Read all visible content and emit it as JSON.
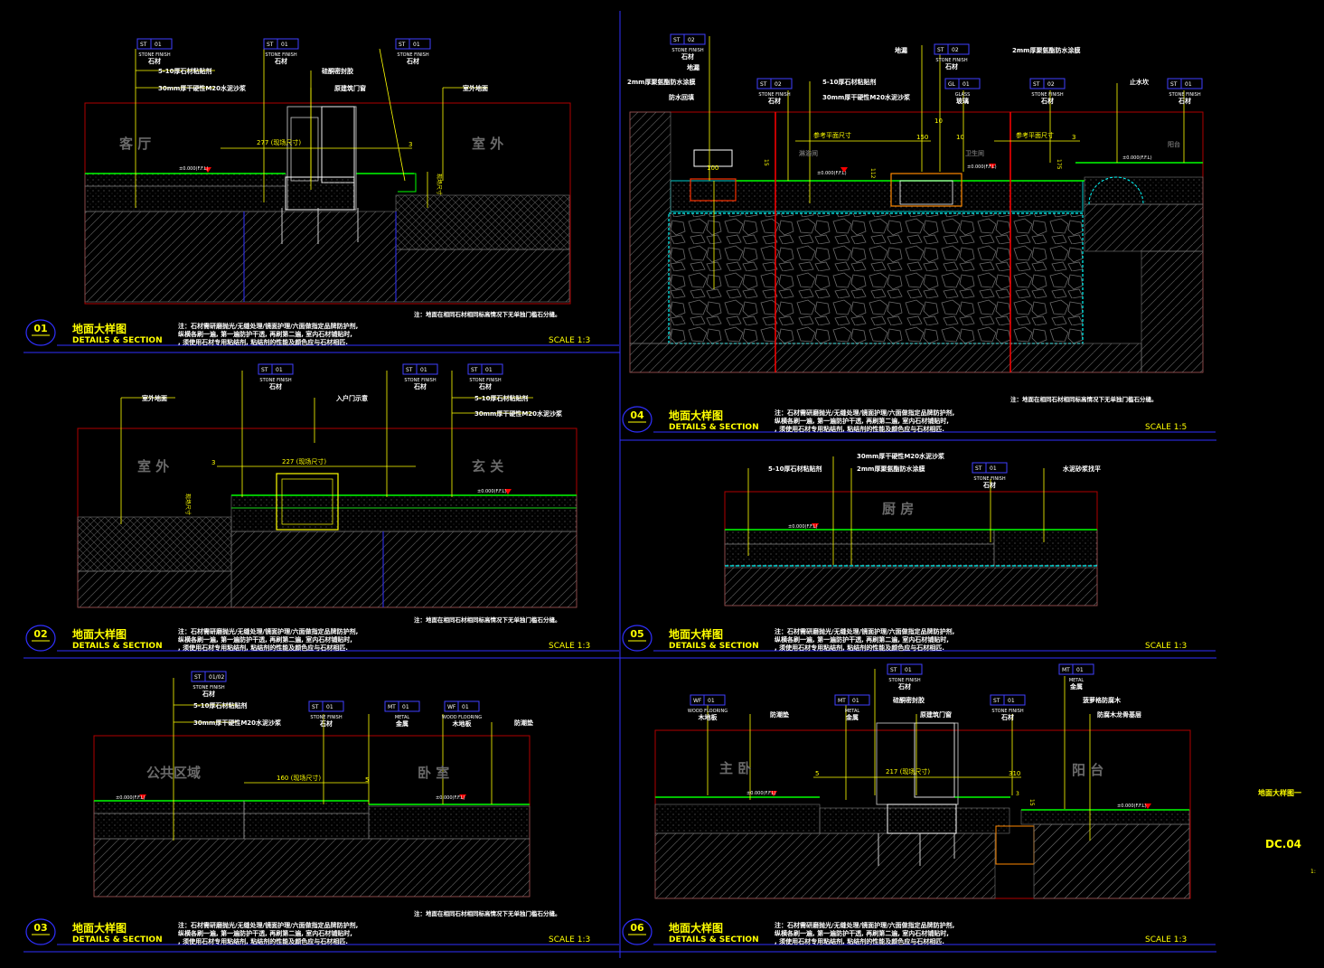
{
  "sheet": {
    "side_title": "地面大样图一",
    "sheet_number": "DC.04",
    "scale_note": "1:"
  },
  "details": [
    {
      "num": "01",
      "title_cn": "地面大样图",
      "title_en": "DETAILS & SECTION",
      "scale": "SCALE 1:3",
      "notes": [
        "注：石材需研磨抛光/无缝处理/镜面护理/六面做指定品牌防护剂,",
        "纵横各刷一遍, 第一遍防护干透, 再刷第二遍, 室内石材铺贴时,",
        ", 须使用石材专用粘结剂, 粘结剂的性能及颜色应与石材相匹."
      ],
      "footnote": "注：地面在相同石材相同标高情况下无单独门槛石分缝。",
      "rooms": [
        "客 厅",
        "室 外"
      ],
      "dim": "277 (现场尺寸)",
      "dim_small": "3",
      "side_dim": "现场尺寸",
      "level": "±0.000(F.F.L)",
      "tags": [
        {
          "code": "ST",
          "num": "01",
          "en": "STONE FINISH",
          "cn": "石材"
        },
        {
          "code": "ST",
          "num": "01",
          "en": "STONE FINISH",
          "cn": "石材"
        },
        {
          "code": "ST",
          "num": "01",
          "en": "STONE FINISH",
          "cn": "石材"
        }
      ],
      "labels": [
        "5-10厚石材粘贴剂",
        "30mm厚干硬性M20水泥沙浆",
        "硅酮密封胶",
        "原建筑门窗",
        "室外地面"
      ]
    },
    {
      "num": "02",
      "title_cn": "地面大样图",
      "title_en": "DETAILS & SECTION",
      "scale": "SCALE 1:3",
      "notes": [
        "注：石材需研磨抛光/无缝处理/镜面护理/六面做指定品牌防护剂,",
        "纵横各刷一遍, 第一遍防护干透, 再刷第二遍, 室内石材铺贴时,",
        ", 须使用石材专用粘结剂, 粘结剂的性能及颜色应与石材相匹."
      ],
      "footnote": "注：地面在相同石材相同标高情况下无单独门槛石分缝。",
      "rooms": [
        "室 外",
        "玄 关"
      ],
      "dim": "227 (现场尺寸)",
      "dim_small": "3",
      "side_dim": "现场尺寸",
      "level": "±0.000(F.F.L)",
      "tags": [
        {
          "code": "ST",
          "num": "01",
          "en": "STONE FINISH",
          "cn": "石材"
        },
        {
          "code": "ST",
          "num": "01",
          "en": "STONE FINISH",
          "cn": "石材"
        },
        {
          "code": "ST",
          "num": "01",
          "en": "STONE FINISH",
          "cn": "石材"
        }
      ],
      "labels": [
        "室外地面",
        "入户门示意",
        "5-10厚石材粘贴剂",
        "30mm厚干硬性M20水泥沙浆"
      ]
    },
    {
      "num": "03",
      "title_cn": "地面大样图",
      "title_en": "DETAILS & SECTION",
      "scale": "SCALE 1:3",
      "notes": [
        "注：石材需研磨抛光/无缝处理/镜面护理/六面做指定品牌防护剂,",
        "纵横各刷一遍, 第一遍防护干透, 再刷第二遍, 室内石材铺贴时,",
        ", 须使用石材专用粘结剂, 粘结剂的性能及颜色应与石材相匹."
      ],
      "footnote": "注：地面在相同石材相同标高情况下无单独门槛石分缝。",
      "rooms": [
        "公共区域",
        "卧 室"
      ],
      "dim": "160 (现场尺寸)",
      "dim_small": "5",
      "level": "±0.000(F.F.L)",
      "tags": [
        {
          "code": "ST",
          "num": "01/02",
          "en": "STONE FINISH",
          "cn": "石材"
        },
        {
          "code": "ST",
          "num": "01",
          "en": "STONE FINISH",
          "cn": "石材"
        },
        {
          "code": "MT",
          "num": "01",
          "en": "METAL",
          "cn": "金属"
        },
        {
          "code": "WF",
          "num": "01",
          "en": "WOOD FLOORING",
          "cn": "木地板"
        }
      ],
      "labels": [
        "5-10厚石材粘贴剂",
        "30mm厚干硬性M20水泥沙浆",
        "防潮垫"
      ]
    },
    {
      "num": "04",
      "title_cn": "地面大样图",
      "title_en": "DETAILS & SECTION",
      "scale": "SCALE 1:5",
      "notes": [
        "注：石材需研磨抛光/无缝处理/镜面护理/六面做指定品牌防护剂,",
        "纵横各刷一遍, 第一遍防护干透, 再刷第二遍, 室内石材铺贴时,",
        ", 须使用石材专用粘结剂, 粘结剂的性能及颜色应与石材相匹."
      ],
      "footnote": "注：地面在相同石材相同标高情况下无单独门槛石分缝。",
      "rooms": [
        "淋浴间",
        "卫生间",
        "阳台"
      ],
      "dims": [
        "参考平面尺寸",
        "150",
        "10",
        "参考平面尺寸",
        "3",
        "100",
        "10",
        "15",
        "112",
        "175"
      ],
      "level": "±0.000(F.F.L)",
      "tags": [
        {
          "code": "ST",
          "num": "02",
          "en": "STONE FINISH",
          "cn": "石材"
        },
        {
          "code": "ST",
          "num": "02",
          "en": "STONE FINISH",
          "cn": "石材"
        },
        {
          "code": "ST",
          "num": "02",
          "en": "STONE FINISH",
          "cn": "石材"
        },
        {
          "code": "GL",
          "num": "01",
          "en": "GLASS",
          "cn": "玻璃"
        },
        {
          "code": "ST",
          "num": "02",
          "en": "STONE FINISH",
          "cn": "石材"
        },
        {
          "code": "ST",
          "num": "01",
          "en": "STONE FINISH",
          "cn": "石材"
        }
      ],
      "labels": [
        "地漏",
        "2mm厚聚氨酯防水涂膜",
        "防水回填",
        "5-10厚石材粘贴剂",
        "30mm厚干硬性M20水泥沙浆",
        "地漏",
        "2mm厚聚氨酯防水涂膜",
        "止水坎"
      ]
    },
    {
      "num": "05",
      "title_cn": "地面大样图",
      "title_en": "DETAILS & SECTION",
      "scale": "SCALE 1:3",
      "notes": [
        "注：石材需研磨抛光/无缝处理/镜面护理/六面做指定品牌防护剂,",
        "纵横各刷一遍, 第一遍防护干透, 再刷第二遍, 室内石材铺贴时,",
        ", 须使用石材专用粘结剂, 粘结剂的性能及颜色应与石材相匹."
      ],
      "rooms": [
        "厨 房"
      ],
      "level": "±0.000(F.F.L)",
      "tags": [
        {
          "code": "ST",
          "num": "01",
          "en": "STONE FINISH",
          "cn": "石材"
        }
      ],
      "labels": [
        "30mm厚干硬性M20水泥沙浆",
        "5-10厚石材粘贴剂",
        "2mm厚聚氨酯防水涂膜",
        "水泥砂浆找平"
      ]
    },
    {
      "num": "06",
      "title_cn": "地面大样图",
      "title_en": "DETAILS & SECTION",
      "scale": "SCALE 1:3",
      "notes": [
        "注：石材需研磨抛光/无缝处理/镜面护理/六面做指定品牌防护剂,",
        "纵横各刷一遍, 第一遍防护干透, 再刷第二遍, 室内石材铺贴时,",
        ", 须使用石材专用粘结剂, 粘结剂的性能及颜色应与石材相匹."
      ],
      "rooms": [
        "主 卧",
        "阳 台"
      ],
      "dim": "217 (现场尺寸)",
      "dims": [
        "5",
        "310",
        "3",
        "15"
      ],
      "level": "±0.000(F.F.L)",
      "tags": [
        {
          "code": "WF",
          "num": "01",
          "en": "WOOD FLOORING",
          "cn": "木地板"
        },
        {
          "code": "MT",
          "num": "01",
          "en": "METAL",
          "cn": "金属"
        },
        {
          "code": "ST",
          "num": "01",
          "en": "STONE FINISH",
          "cn": "石材"
        },
        {
          "code": "ST",
          "num": "01",
          "en": "STONE FINISH",
          "cn": "石材"
        },
        {
          "code": "MT",
          "num": "01",
          "en": "METAL",
          "cn": "金属"
        }
      ],
      "labels": [
        "防潮垫",
        "硅酮密封胶",
        "原建筑门窗",
        "菠萝格防腐木",
        "防腐木龙骨基层"
      ]
    }
  ],
  "colors": {
    "frame_red": "#b00000",
    "frame_blue": "#3030ff",
    "leader_yellow": "#ffff00",
    "finish_green": "#00ff00",
    "tag_blue": "#4040ff",
    "title_yellow": "#ffff00",
    "room_label": "#6a6a6a",
    "cut_red": "#ff0000",
    "membrane_cyan": "#00ffff"
  }
}
